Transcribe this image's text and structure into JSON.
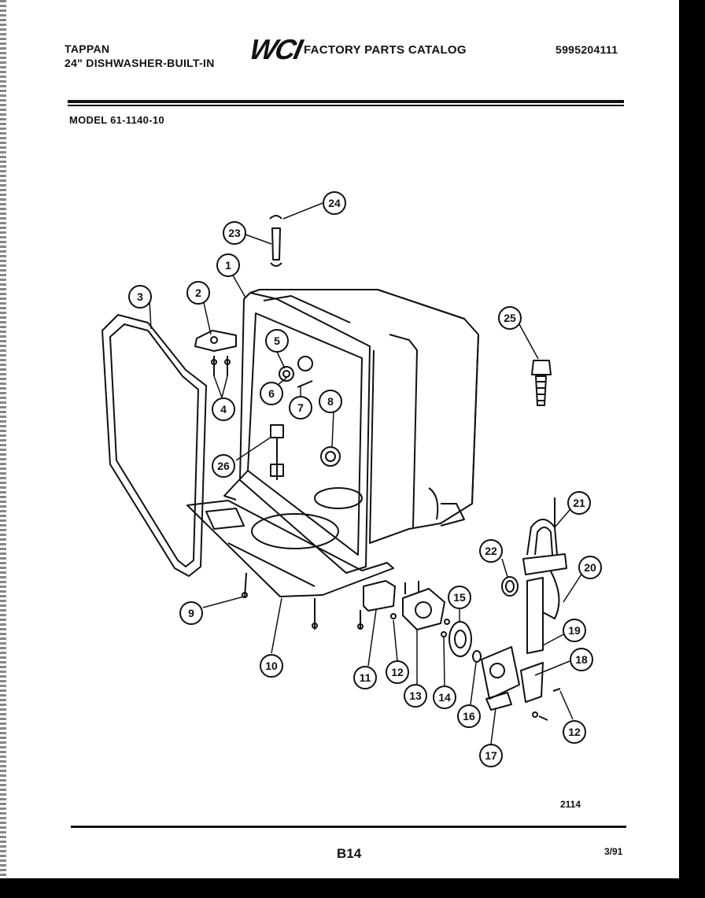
{
  "header": {
    "brand": "TAPPAN",
    "subtitle": "24\" DISHWASHER-BUILT-IN",
    "logo": "WCI",
    "catalog_title": "FACTORY PARTS CATALOG",
    "catalog_number": "5995204111",
    "model": "MODEL 61-1140-10"
  },
  "callouts": [
    "24",
    "23",
    "1",
    "2",
    "3",
    "25",
    "5",
    "6",
    "7",
    "8",
    "4",
    "26",
    "21",
    "22",
    "20",
    "15",
    "9",
    "19",
    "18",
    "10",
    "11",
    "12",
    "13",
    "14",
    "16",
    "12",
    "17"
  ],
  "footer": {
    "figure_number": "2114",
    "page_code": "B14",
    "date": "3/91"
  }
}
